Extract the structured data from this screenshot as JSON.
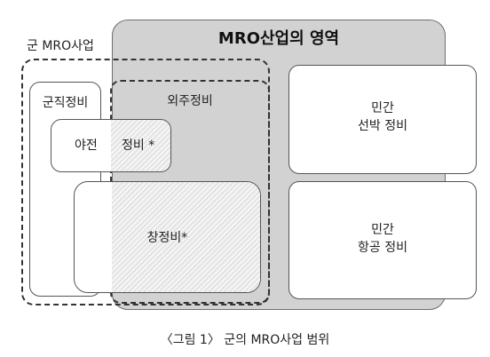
{
  "title": "MRO산업의 영역",
  "military_scope": "군 MRO사업",
  "military_maintenance": "군직정비",
  "outsourced_maintenance": "외주정비",
  "field_maintenance": {
    "part1": "야전",
    "part2": "정비 *"
  },
  "depot_maintenance": "창정비*",
  "civil_ship": {
    "line1": "민간",
    "line2": "선박 정비"
  },
  "civil_aviation": {
    "line1": "민간",
    "line2": "항공 정비"
  },
  "caption": "〈그림 1〉 군의 MRO사업 범위",
  "colors": {
    "mro_area": "#d2d2d2",
    "hatch": "#e3e3e3",
    "border": "#555555"
  }
}
